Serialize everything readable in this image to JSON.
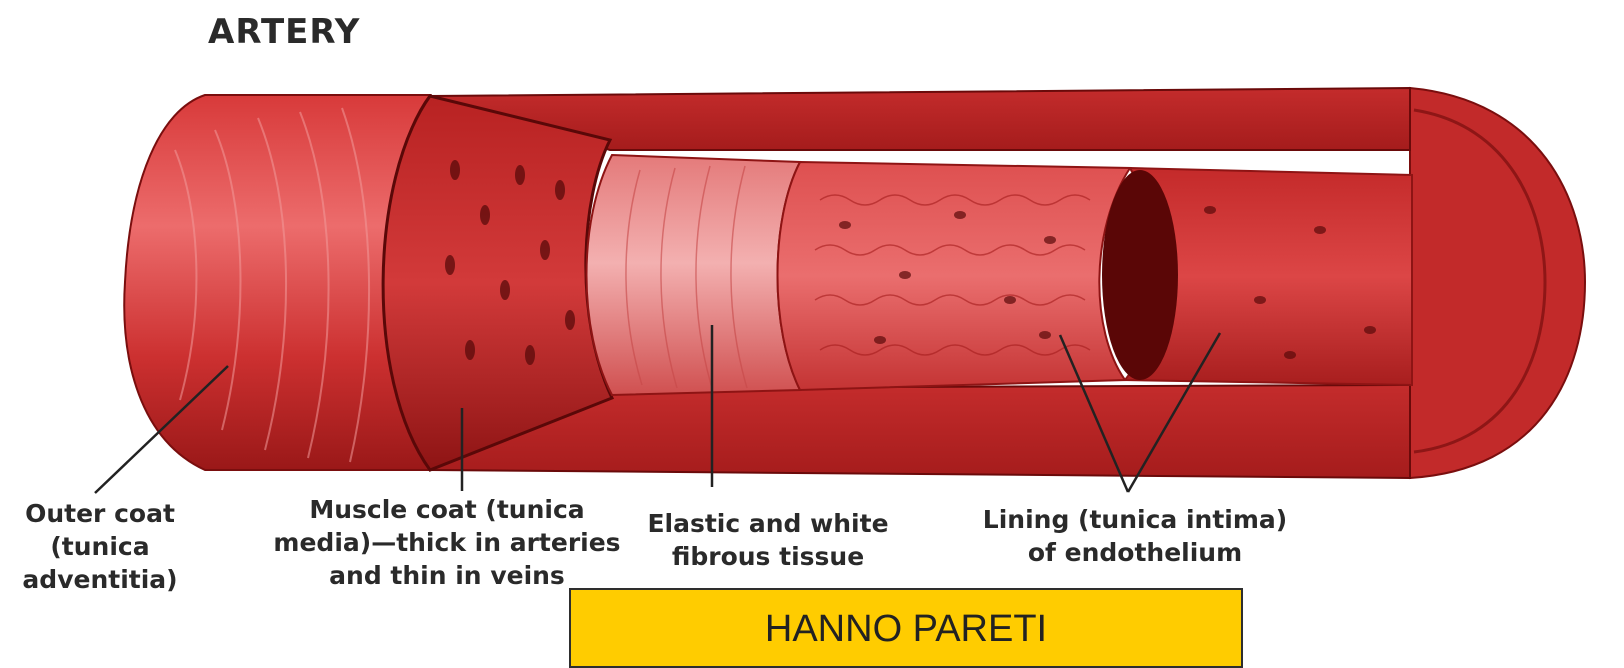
{
  "title": "ARTERY",
  "labels": {
    "outer_coat": [
      "Outer coat",
      "(tunica",
      "adventitia)"
    ],
    "muscle_coat": [
      "Muscle coat (tunica",
      "media)—thick in arteries",
      "and thin in veins"
    ],
    "elastic": [
      "Elastic and white",
      "fibrous tissue"
    ],
    "lining": [
      "Lining (tunica intima)",
      "of endothelium"
    ]
  },
  "banner": {
    "text": "HANNO PARETI"
  },
  "colors": {
    "tissue_light": "#e04848",
    "tissue_mid": "#c82a2a",
    "tissue_dark": "#8e1414",
    "lumen": "#6a0808",
    "banner_fill": "#ffcc00"
  }
}
